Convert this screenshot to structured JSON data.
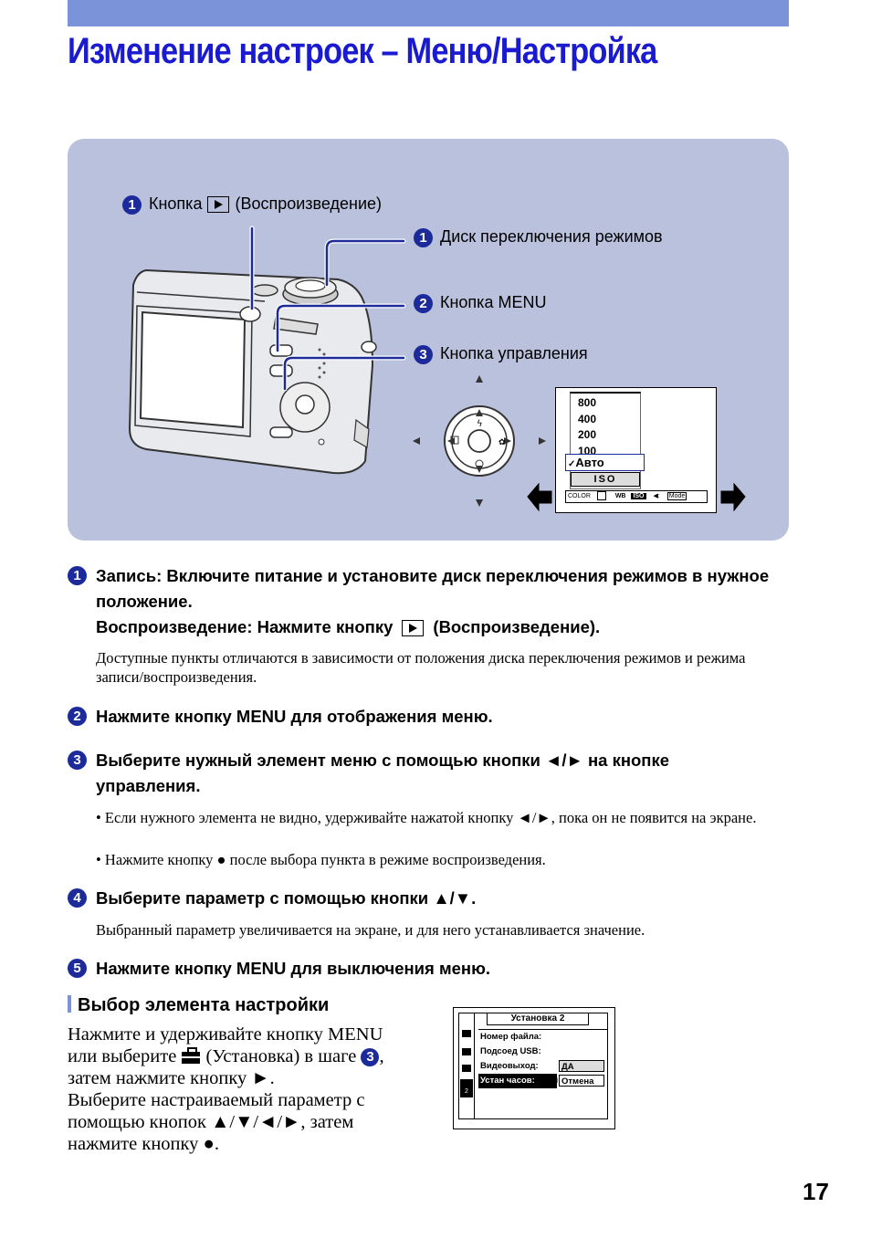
{
  "title": "Изменение настроек – Меню/Настройка",
  "diagram": {
    "callout_playback": {
      "num": "1",
      "label_a": "Кнопка",
      "label_b": "(Воспроизведение)"
    },
    "callout_mode_dial": {
      "num": "1",
      "label": "Диск переключения режимов"
    },
    "callout_menu": {
      "num": "2",
      "label": "Кнопка MENU"
    },
    "callout_control": {
      "num": "3",
      "label": "Кнопка управления"
    },
    "iso_menu": {
      "options": [
        "800",
        "400",
        "200",
        "100",
        "Авто"
      ],
      "selected_label": "ISO",
      "tabs": [
        "COLOR",
        "WB",
        "ISO",
        "Mode"
      ]
    }
  },
  "steps": [
    {
      "num": "1",
      "line1": "Запись: Включите питание и установите диск переключения режимов в нужное положение.",
      "line2_a": "Воспроизведение: Нажмите кнопку",
      "line2_b": "(Воспроизведение).",
      "note": "Доступные пункты отличаются в зависимости от положения диска переключения режимов и режима записи/воспроизведения."
    },
    {
      "num": "2",
      "text": "Нажмите кнопку MENU для отображения меню."
    },
    {
      "num": "3",
      "text": "Выберите нужный элемент меню с помощью кнопки ◄/► на кнопке управления.",
      "bullets": [
        "• Если нужного элемента не видно, удерживайте нажатой кнопку ◄/►, пока он не появится на экране.",
        "• Нажмите кнопку ● после выбора пункта в режиме воспроизведения."
      ]
    },
    {
      "num": "4",
      "text": "Выберите параметр с помощью кнопки ▲/▼.",
      "note": "Выбранный параметр увеличивается на экране, и для него устанавливается значение."
    },
    {
      "num": "5",
      "text": "Нажмите кнопку MENU для выключения меню."
    }
  ],
  "setup_section": {
    "heading": "Выбор элемента настройки",
    "p1_a": "Нажмите и удерживайте кнопку MENU или выберите",
    "p1_b": "(Установка) в шаге",
    "p1_num": "3",
    "p1_c": ", затем нажмите кнопку ►.",
    "p2": "Выберите настраиваемый параметр с помощью кнопок ▲/▼/◄/►, затем нажмите кнопку ●.",
    "screen": {
      "title": "Установка 2",
      "rows": [
        {
          "label": "Номер файла:",
          "value": ""
        },
        {
          "label": "Подсоед USB:",
          "value": ""
        },
        {
          "label": "Видеовыход:",
          "value": "ДА"
        },
        {
          "label": "Устан часов:",
          "value": "Отмена"
        }
      ],
      "tab_num": "2"
    }
  },
  "page_number": "17"
}
